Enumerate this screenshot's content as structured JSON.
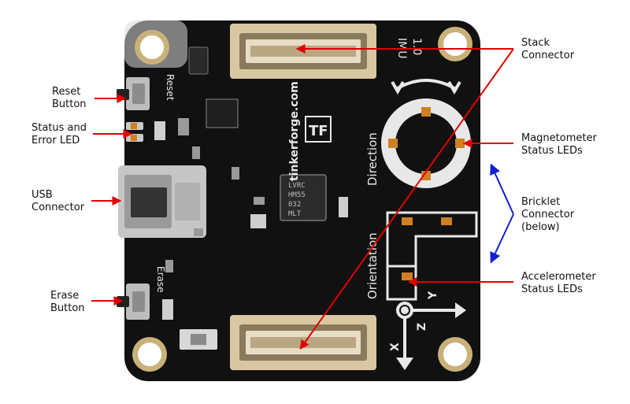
{
  "board_silkscreen": {
    "reset": "Reset",
    "erase": "Erase",
    "website": "tinkerforge.com",
    "imu": "IMU",
    "version": "1.0",
    "direction": "Direction",
    "orientation": "Orientation",
    "axis_x": "X",
    "axis_y": "Y",
    "axis_z": "Z",
    "logo": "TF",
    "chip_top": "LVRC",
    "chip_mid": "HM55",
    "chip_low": "032",
    "chip_bottom": "MLT"
  },
  "callouts": {
    "reset_button": "Reset\nButton",
    "status_error_led": "Status and\nError LED",
    "usb_connector": "USB\nConnector",
    "erase_button": "Erase\nButton",
    "stack_connector": "Stack\nConnector",
    "magnetometer_leds": "Magnetometer\nStatus LEDs",
    "bricklet_connector": "Bricklet\nConnector\n(below)",
    "accelerometer_leds": "Accelerometer\nStatus LEDs"
  },
  "colors": {
    "pcb": "#111111",
    "silkscreen": "#e8e8e8",
    "connector": "#d9c7a3",
    "pad": "#c9c9c9",
    "red_arrow": "#e00000",
    "blue_arrow": "#1020d0"
  }
}
